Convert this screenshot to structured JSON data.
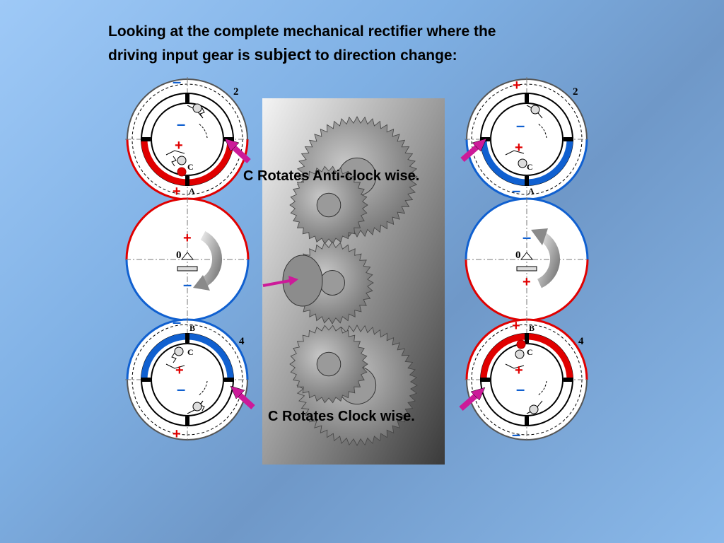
{
  "title": {
    "line1": "Looking at the complete mechanical rectifier where the",
    "line2_pre": "driving input gear is ",
    "line2_emph": "subject",
    "line2_post": " to direction change:"
  },
  "captions": {
    "top": "C Rotates Anti-clock wise.",
    "bottom": "C Rotates Clock wise."
  },
  "labels": {
    "gear2": "2",
    "gear4": "4",
    "gear0": "0",
    "pointA": "A",
    "pointB": "B",
    "pointC": "C",
    "plus": "+",
    "minus": "–"
  },
  "colors": {
    "positive": "#e00000",
    "negative": "#1060d0",
    "arrow": "#cc1a99"
  }
}
